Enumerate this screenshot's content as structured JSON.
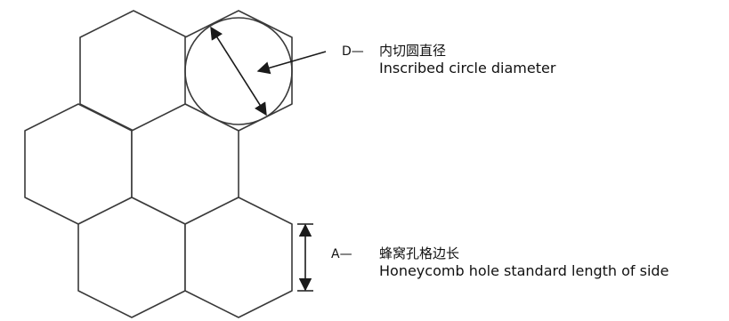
{
  "diagram": {
    "callout_d": {
      "key": "D—",
      "label_zh": "内切圆直径",
      "label_en": "Inscribed circle diameter"
    },
    "callout_a": {
      "key": "A—",
      "label_zh": "蜂窝孔格边长",
      "label_en": "Honeycomb hole standard length of side"
    },
    "colors": {
      "line": "#3a3a3a",
      "text": "#111111",
      "background": "#ffffff"
    }
  }
}
